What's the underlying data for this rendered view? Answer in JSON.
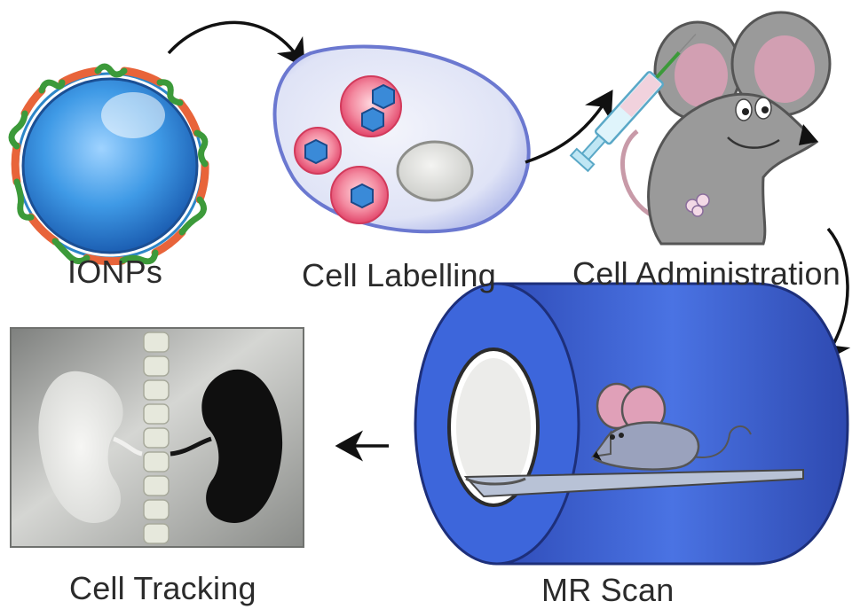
{
  "steps": {
    "ionps": "IONPs",
    "cell_labelling": "Cell Labelling",
    "cell_administration": "Cell Administration",
    "mr_scan": "MR Scan",
    "cell_tracking": "Cell Tracking"
  },
  "colors": {
    "nanoparticle_core": "#3f9ae6",
    "coating_orange": "#e8643a",
    "coating_green": "#3c9a3a",
    "cell_fill": "#dfe3f6",
    "vesicle_pink": "#ee5f7e",
    "scanner_blue": "#3a5fd6",
    "mouse_gray": "#9a9a9a",
    "ear_pink": "#e0a0b8"
  }
}
